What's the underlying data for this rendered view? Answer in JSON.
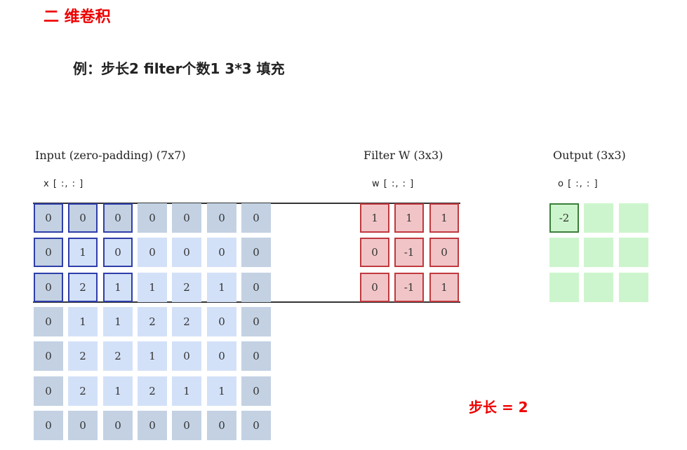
{
  "title": "二 维卷积",
  "subtitle": "例：步长2 filter个数1 3*3 填充",
  "input": {
    "label": "Input (zero-padding)  (7x7)",
    "sublabel": "x [ :, : ]",
    "grid": [
      [
        "0",
        "0",
        "0",
        "0",
        "0",
        "0",
        "0"
      ],
      [
        "0",
        "1",
        "0",
        "0",
        "0",
        "0",
        "0"
      ],
      [
        "0",
        "2",
        "1",
        "1",
        "2",
        "1",
        "0"
      ],
      [
        "0",
        "1",
        "1",
        "2",
        "2",
        "0",
        "0"
      ],
      [
        "0",
        "2",
        "2",
        "1",
        "0",
        "0",
        "0"
      ],
      [
        "0",
        "2",
        "1",
        "2",
        "1",
        "1",
        "0"
      ],
      [
        "0",
        "0",
        "0",
        "0",
        "0",
        "0",
        "0"
      ]
    ]
  },
  "filter": {
    "label": "Filter W  (3x3)",
    "sublabel": "w [ :, : ]",
    "grid": [
      [
        "1",
        "1",
        "1"
      ],
      [
        "0",
        "-1",
        "0"
      ],
      [
        "0",
        "-1",
        "1"
      ]
    ]
  },
  "output": {
    "label": "Output  (3x3)",
    "sublabel": "o [ :, : ]",
    "grid": [
      [
        "-2",
        "",
        ""
      ],
      [
        "",
        "",
        ""
      ],
      [
        "",
        "",
        ""
      ]
    ]
  },
  "stride_label": "步长 = 2",
  "colors": {
    "title": "#ee0000",
    "input_padding": "#c3d1e3",
    "input_value": "#d3e1f8",
    "window_border": "#2e3eaa",
    "filter_fill": "#f1c5c7",
    "filter_border": "#c0393f",
    "output_fill": "#cdf5cd",
    "output_active_border": "#3a7f3a"
  }
}
